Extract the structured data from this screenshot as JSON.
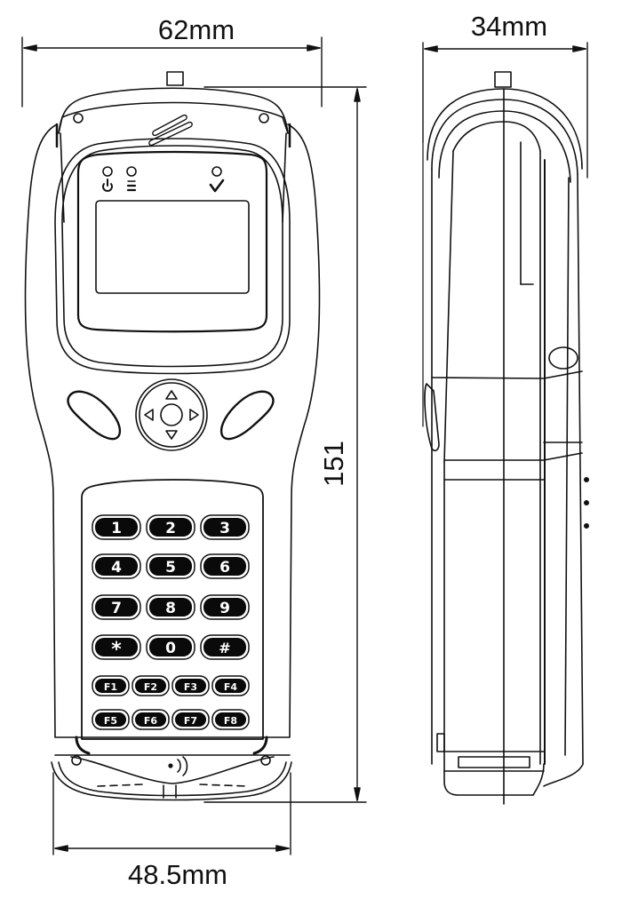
{
  "dimensions": {
    "front_width": "62mm",
    "side_depth": "34mm",
    "height": "151",
    "bottom_width": "48.5mm"
  },
  "indicators": [
    {
      "name": "power",
      "glyph": "power-icon"
    },
    {
      "name": "battery",
      "glyph": "battery-icon"
    },
    {
      "name": "ok",
      "glyph": "check-icon"
    }
  ],
  "navigation": {
    "up": "▲",
    "down": "▼",
    "left": "◀",
    "right": "▶"
  },
  "keypad": {
    "rows": [
      [
        "1",
        "2",
        "3"
      ],
      [
        "4",
        "5",
        "6"
      ],
      [
        "7",
        "8",
        "9"
      ],
      [
        "*",
        "0",
        "#"
      ]
    ],
    "function_rows": [
      [
        "F1",
        "F2",
        "F3",
        "F4"
      ],
      [
        "F5",
        "F6",
        "F7",
        "F8"
      ]
    ]
  },
  "colors": {
    "line": "#111111",
    "key_fill": "#0a0a0a",
    "key_text": "#ffffff",
    "background": "#ffffff"
  }
}
